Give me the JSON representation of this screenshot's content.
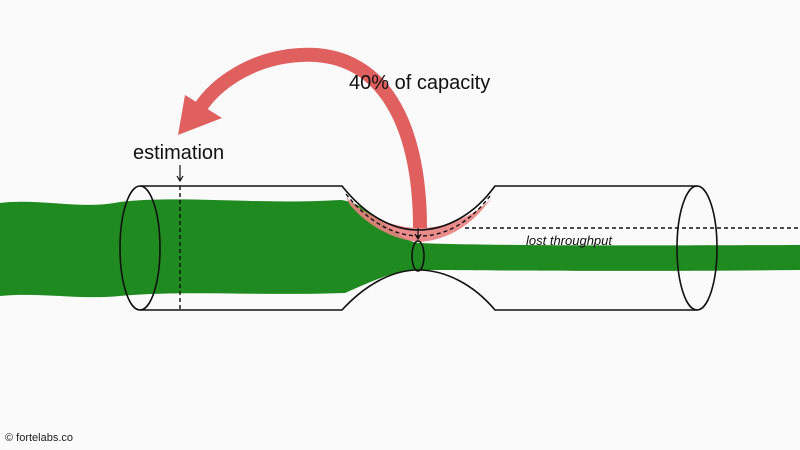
{
  "labels": {
    "estimation": "estimation",
    "capacity": "40% of capacity",
    "lost_throughput": "lost throughput",
    "credit": "© fortelabs.co"
  },
  "colors": {
    "flow": "#1f8a1f",
    "arrow": "#e06060",
    "outline": "#111111",
    "background": "#fafafa"
  },
  "values": {
    "capacity_percent": 40
  }
}
